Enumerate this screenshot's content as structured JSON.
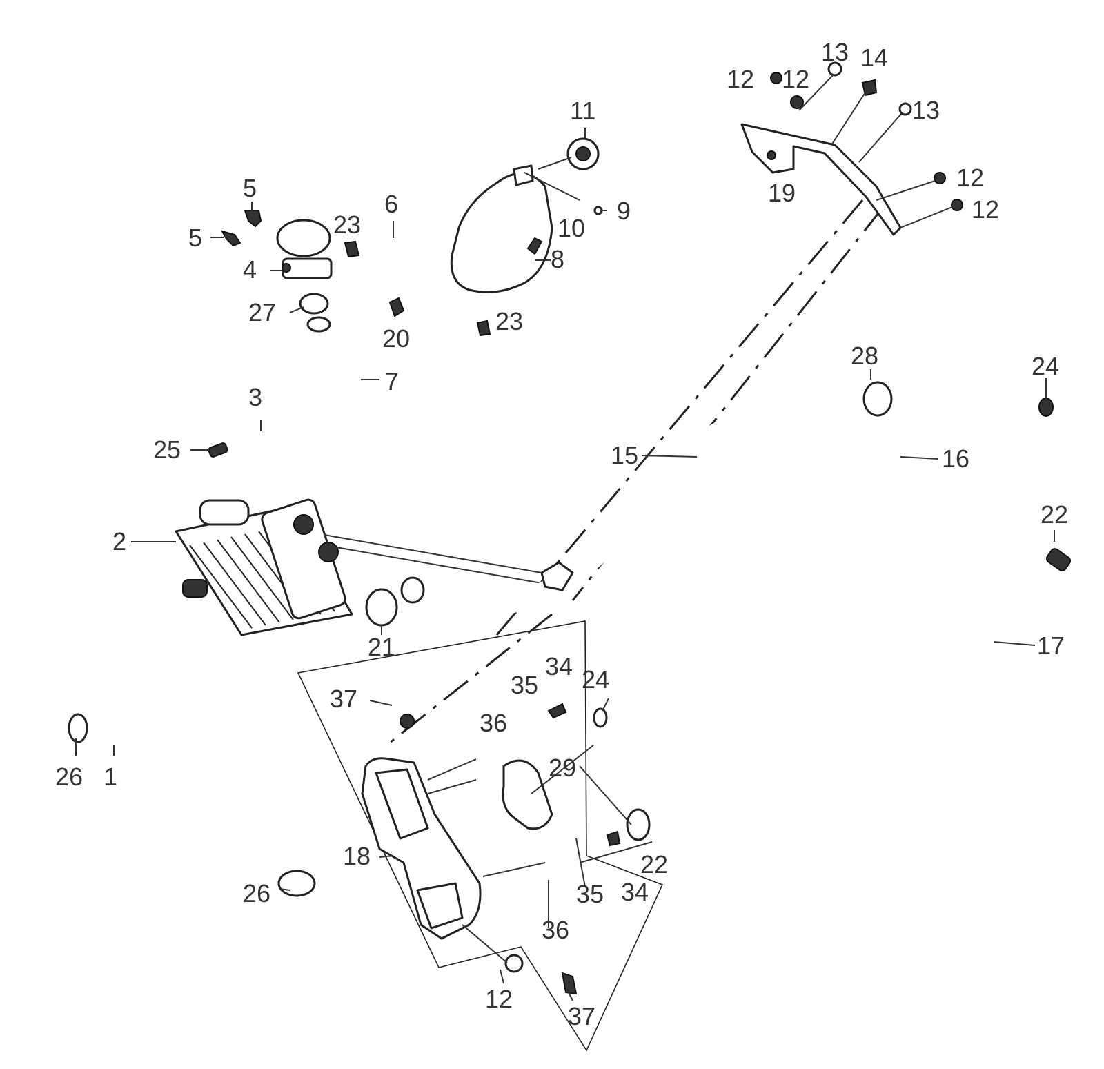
{
  "callouts": [
    {
      "id": "c1",
      "text": "1"
    },
    {
      "id": "c2",
      "text": "2"
    },
    {
      "id": "c3",
      "text": "3"
    },
    {
      "id": "c4",
      "text": "4"
    },
    {
      "id": "c5a",
      "text": "5"
    },
    {
      "id": "c5b",
      "text": "5"
    },
    {
      "id": "c6",
      "text": "6"
    },
    {
      "id": "c7",
      "text": "7"
    },
    {
      "id": "c8",
      "text": "8"
    },
    {
      "id": "c9",
      "text": "9"
    },
    {
      "id": "c10",
      "text": "10"
    },
    {
      "id": "c11",
      "text": "11"
    },
    {
      "id": "c12a",
      "text": "12"
    },
    {
      "id": "c12b",
      "text": "12"
    },
    {
      "id": "c12c",
      "text": "12"
    },
    {
      "id": "c12d",
      "text": "12"
    },
    {
      "id": "c12e",
      "text": "12"
    },
    {
      "id": "c13a",
      "text": "13"
    },
    {
      "id": "c13b",
      "text": "13"
    },
    {
      "id": "c14",
      "text": "14"
    },
    {
      "id": "c15",
      "text": "15"
    },
    {
      "id": "c16",
      "text": "16"
    },
    {
      "id": "c17",
      "text": "17"
    },
    {
      "id": "c18",
      "text": "18"
    },
    {
      "id": "c19",
      "text": "19"
    },
    {
      "id": "c20",
      "text": "20"
    },
    {
      "id": "c21",
      "text": "21"
    },
    {
      "id": "c22a",
      "text": "22"
    },
    {
      "id": "c22b",
      "text": "22"
    },
    {
      "id": "c23a",
      "text": "23"
    },
    {
      "id": "c23b",
      "text": "23"
    },
    {
      "id": "c24a",
      "text": "24"
    },
    {
      "id": "c24b",
      "text": "24"
    },
    {
      "id": "c25",
      "text": "25"
    },
    {
      "id": "c26a",
      "text": "26"
    },
    {
      "id": "c26b",
      "text": "26"
    },
    {
      "id": "c27",
      "text": "27"
    },
    {
      "id": "c28",
      "text": "28"
    },
    {
      "id": "c29",
      "text": "29"
    },
    {
      "id": "c34a",
      "text": "34"
    },
    {
      "id": "c34b",
      "text": "34"
    },
    {
      "id": "c35a",
      "text": "35"
    },
    {
      "id": "c35b",
      "text": "35"
    },
    {
      "id": "c36a",
      "text": "36"
    },
    {
      "id": "c36b",
      "text": "36"
    },
    {
      "id": "c37a",
      "text": "37"
    },
    {
      "id": "c37b",
      "text": "37"
    }
  ]
}
